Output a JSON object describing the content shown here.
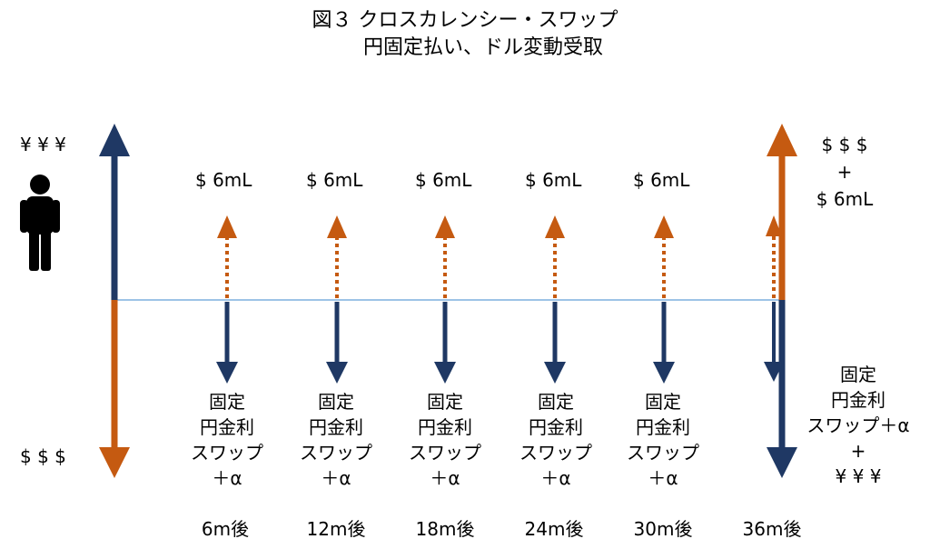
{
  "title": {
    "line1": "図３ クロスカレンシー・スワップ",
    "line2": "円固定払い、ドル変動受取"
  },
  "party": {
    "icon": "person-icon",
    "yen_label": "¥ ¥ ¥",
    "dollar_label": "$ $ $"
  },
  "receipts": [
    {
      "label": "$ 6mL"
    },
    {
      "label": "$ 6mL"
    },
    {
      "label": "$ 6mL"
    },
    {
      "label": "$ 6mL"
    },
    {
      "label": "$ 6mL"
    }
  ],
  "payments": [
    {
      "line1": "固定",
      "line2": "円金利",
      "line3": "スワップ",
      "line4": "＋α",
      "time": "6m後"
    },
    {
      "line1": "固定",
      "line2": "円金利",
      "line3": "スワップ",
      "line4": "＋α",
      "time": "12m後"
    },
    {
      "line1": "固定",
      "line2": "円金利",
      "line3": "スワップ",
      "line4": "＋α",
      "time": "18m後"
    },
    {
      "line1": "固定",
      "line2": "円金利",
      "line3": "スワップ",
      "line4": "＋α",
      "time": "24m後"
    },
    {
      "line1": "固定",
      "line2": "円金利",
      "line3": "スワップ",
      "line4": "＋α",
      "time": "30m後"
    }
  ],
  "final": {
    "receive_line1": "$ $ $",
    "receive_line2": "+",
    "receive_line3": "$ 6mL",
    "pay_line1": "固定",
    "pay_line2": "円金利",
    "pay_line3": "スワップ＋α",
    "pay_line4": "+",
    "pay_line5": "¥ ¥ ¥",
    "time": "36m後"
  },
  "colors": {
    "navy": "#1f3864",
    "orange": "#c55a11",
    "timeline": "#9dc3e6"
  }
}
